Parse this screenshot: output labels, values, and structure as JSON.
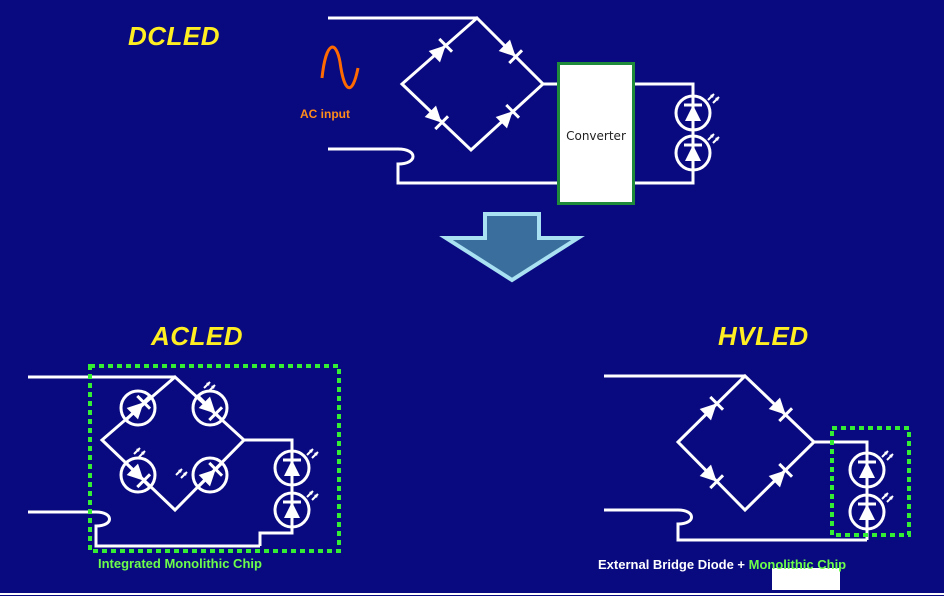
{
  "top": {
    "heading": "DCLED",
    "ac_input_label": "AC input",
    "converter_label": "Converter"
  },
  "bottom_left": {
    "heading": "ACLED",
    "caption": "Integrated Monolithic Chip"
  },
  "bottom_right": {
    "heading": "HVLED",
    "caption_part1": "External Bridge Diode",
    "caption_plus": " + ",
    "caption_part2": "Monolithic Chip"
  },
  "colors": {
    "background": "#0a0a80",
    "heading": "#ffee22",
    "wire": "#ffffff",
    "chip_outline": "#33ee33",
    "ac_wave": "#ff6a00",
    "arrow_fill": "#3a6e9c",
    "arrow_stroke": "#a9e0f2"
  }
}
